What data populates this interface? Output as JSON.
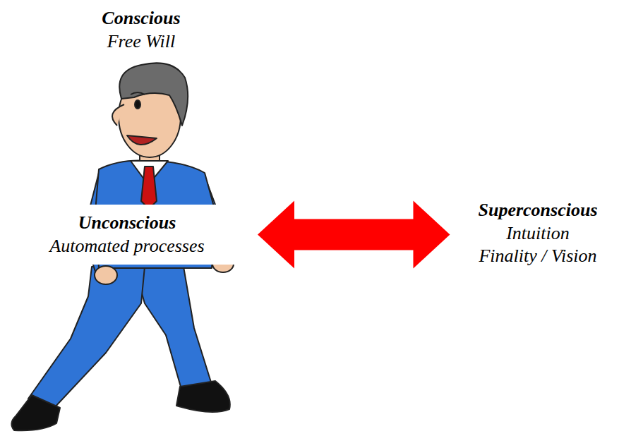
{
  "diagram": {
    "nodes": [
      {
        "text": [
          "Conscious",
          "Free Will"
        ]
      },
      {
        "text": [
          "Unconscious",
          "Automated processes"
        ]
      },
      {
        "text": [
          "Superconscious",
          "Intuition",
          "Finality / Vision"
        ]
      }
    ],
    "edges": [
      {
        "from": 1,
        "to": 2,
        "arrow": "both"
      }
    ]
  }
}
